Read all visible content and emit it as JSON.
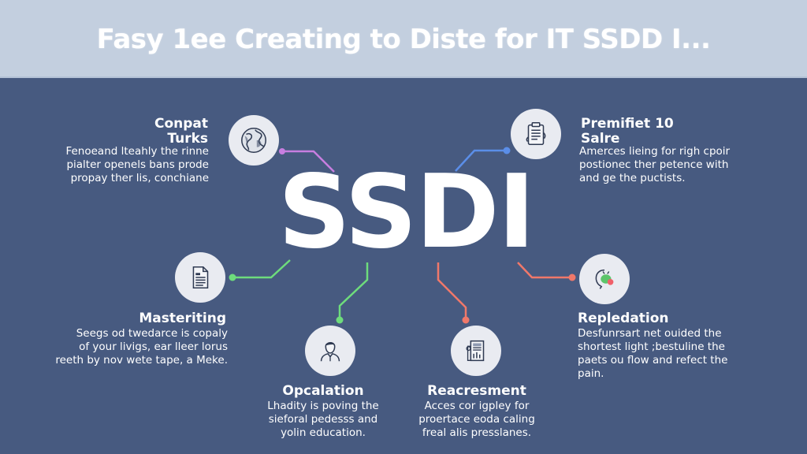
{
  "header": {
    "title": "Fasy 1ee Creating to Diste for IT SSDD I..."
  },
  "center": {
    "title": "SSDI"
  },
  "colors": {
    "background": "#475a80",
    "header_band": "#c3cfdf",
    "circle_fill": "#e9ebf1",
    "connector_purple": "#c77ee0",
    "connector_blue": "#5b8ee8",
    "connector_green": "#6edc7c",
    "connector_red": "#f0786a"
  },
  "nodes": [
    {
      "id": "conpat-turks",
      "icon": "globe-icon",
      "title_line1": "Conpat",
      "title_line2": "Turks",
      "desc_lines": [
        "Fenoeand lteahly the rinne",
        "pialter openels bans prode",
        "propay ther lis, conchiane"
      ],
      "connector_color": "#c77ee0"
    },
    {
      "id": "premifiet-salre",
      "icon": "clipboard-icon",
      "title_line1": "Premifiet 10",
      "title_line2": "Salre",
      "desc_lines": [
        "Amerces lieing for righ cpoir",
        "postionec ther petence with",
        "and ge the puctists."
      ],
      "connector_color": "#5b8ee8"
    },
    {
      "id": "masteriting",
      "icon": "document-icon",
      "title_line1": "Masteriting",
      "desc_lines": [
        "Seegs od twedarce is copaly",
        "of your livigs, ear lleer lorus",
        "reeth by nov wete tape, a Meke."
      ],
      "connector_color": "#6edc7c"
    },
    {
      "id": "repledation",
      "icon": "bug-icon",
      "title_line1": "Repledation",
      "desc_lines": [
        "Desfunrsart net ouided the",
        "shortest light ;bestuline the",
        "paets ou flow and refect the",
        "pain."
      ],
      "connector_color": "#f0786a"
    },
    {
      "id": "opcalation",
      "icon": "person-icon",
      "title_line1": "Opcalation",
      "desc_lines": [
        "Lhadity is poving the",
        "sieforal pedesss and",
        "yolin education."
      ],
      "connector_color": "#6edc7c"
    },
    {
      "id": "reacresment",
      "icon": "report-icon",
      "title_line1": "Reacresment",
      "desc_lines": [
        "Acces cor igpley for",
        "proertace eoda caling",
        "freal alis presslanes."
      ],
      "connector_color": "#f0786a"
    }
  ]
}
